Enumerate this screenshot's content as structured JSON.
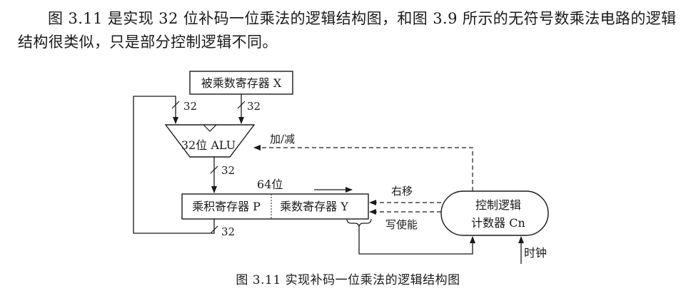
{
  "paragraph": "图 3.11 是实现 32 位补码一位乘法的逻辑结构图，和图 3.9 所示的无符号数乘法电路的逻辑结构很类似，只是部分控制逻辑不同。",
  "diagram": {
    "multiplicand_register": "被乘数寄存器 X",
    "alu": "32位 ALU",
    "product_register": "乘积寄存器 P",
    "multiplier_register": "乘数寄存器 Y",
    "control_logic_line1": "控制逻辑",
    "control_logic_line2": "计数器 Cn",
    "add_sub_signal": "加/减",
    "shift_right_signal": "右移",
    "write_enable_signal": "写使能",
    "clock_signal": "时钟",
    "width_64": "64位",
    "bus_width_1": "32",
    "bus_width_2": "32",
    "bus_width_3": "32",
    "bus_width_4": "32"
  },
  "caption": "图 3.11   实现补码一位乘法的逻辑结构图"
}
